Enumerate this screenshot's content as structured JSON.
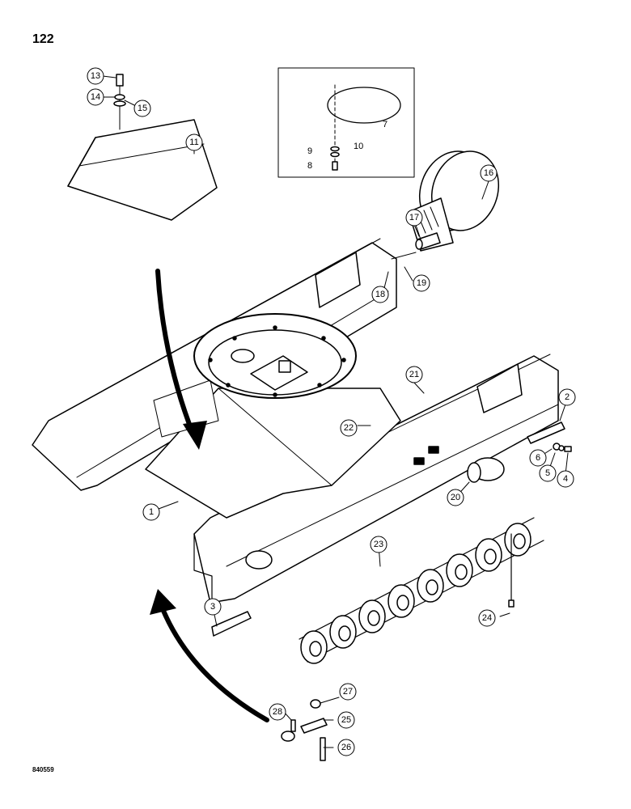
{
  "page_number": "122",
  "drawing_code": "840559",
  "callouts": [
    {
      "id": "c1",
      "label": "1"
    },
    {
      "id": "c2",
      "label": "2"
    },
    {
      "id": "c3",
      "label": "3"
    },
    {
      "id": "c4",
      "label": "4"
    },
    {
      "id": "c5",
      "label": "5"
    },
    {
      "id": "c6",
      "label": "6"
    },
    {
      "id": "c11",
      "label": "11"
    },
    {
      "id": "c13",
      "label": "13"
    },
    {
      "id": "c14",
      "label": "14"
    },
    {
      "id": "c15",
      "label": "15"
    },
    {
      "id": "c16",
      "label": "16"
    },
    {
      "id": "c17",
      "label": "17"
    },
    {
      "id": "c18",
      "label": "18"
    },
    {
      "id": "c19",
      "label": "19"
    },
    {
      "id": "c20",
      "label": "20"
    },
    {
      "id": "c21",
      "label": "21"
    },
    {
      "id": "c22",
      "label": "22"
    },
    {
      "id": "c23",
      "label": "23"
    },
    {
      "id": "c24",
      "label": "24"
    },
    {
      "id": "c25",
      "label": "25"
    },
    {
      "id": "c26",
      "label": "26"
    },
    {
      "id": "c27",
      "label": "27"
    },
    {
      "id": "c28",
      "label": "28"
    }
  ],
  "inset_labels": [
    {
      "id": "i7",
      "label": "7"
    },
    {
      "id": "i8",
      "label": "8"
    },
    {
      "id": "i9",
      "label": "9"
    },
    {
      "id": "i10",
      "label": "10"
    }
  ]
}
